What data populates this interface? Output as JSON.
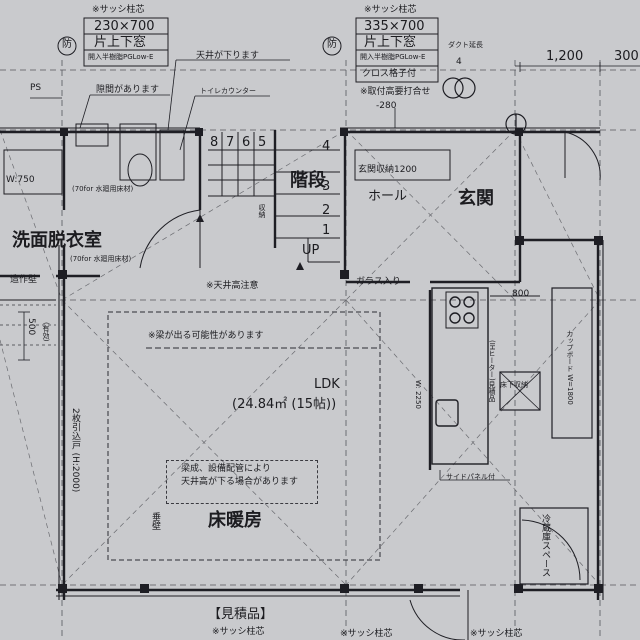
{
  "top_notes": {
    "left_header": "※サッシ柱芯",
    "right_header": "※サッシ柱芯",
    "left_window": {
      "fire": "防",
      "size": "230×700",
      "type": "片上下窓",
      "glass": "開入半樹脂PGLow-E"
    },
    "right_window": {
      "fire": "防",
      "size": "335×700",
      "type": "片上下窓",
      "glass": "開入半樹脂PGLow-E",
      "grid": "クロス格子付"
    },
    "ceiling_drop": "天井が下ります",
    "gap_note": "隙間があります",
    "toilet_counter": "トイレカウンター",
    "ps": "PS",
    "duct": "ダクト延長",
    "duct_num": "4",
    "meeting_note": "※取付高要打合せ",
    "dim_280": "-280",
    "dim_1200": "1,200",
    "dim_300": "300"
  },
  "rooms": {
    "washroom": "洗面脱衣室",
    "washroom_sub": "(70for 水廻用床材)",
    "stairs": "階段",
    "hall": "ホール",
    "entrance": "玄関",
    "entrance_storage": "玄関収納1200",
    "ldk": "LDK",
    "ldk_area": "(24.84㎡ (15帖))",
    "floor_heating": "床暖房",
    "fridge": "冷蔵庫スペース",
    "cup_board": "カップボード W=1800",
    "floor_storage": "床下収納"
  },
  "annotations": {
    "up": "UP",
    "ceiling_height": "※天井高注意",
    "beam_note": "※梁が出る可能性があります",
    "glass_in": "ガラス入り",
    "dim_800": "800",
    "w750": "W:750",
    "w_2250": "W: 2250",
    "kitchen_detail": "(IHヒーター)見積品",
    "side_panel": "サイドパネル付",
    "tategu": "2枚引込戸 (H:2000)",
    "hangi": "垂壁",
    "dim_500": "500",
    "dim_500_sub": "(有効)",
    "zousakuheki": "造作壁",
    "stair_steps": [
      "8",
      "7",
      "6",
      "5",
      "4",
      "3",
      "2",
      "1"
    ],
    "storage_label": "収納",
    "toilet_sub": "(70for 水廻用床材)",
    "note_box_line1": "梁成、設備配管により",
    "note_box_line2": "天井高が下る場合があります",
    "bottom_header": "【見積品】",
    "bottom_sash_1": "※サッシ柱芯",
    "bottom_sash_2": "※サッシ柱芯",
    "bottom_sash_3": "※サッシ柱芯"
  }
}
